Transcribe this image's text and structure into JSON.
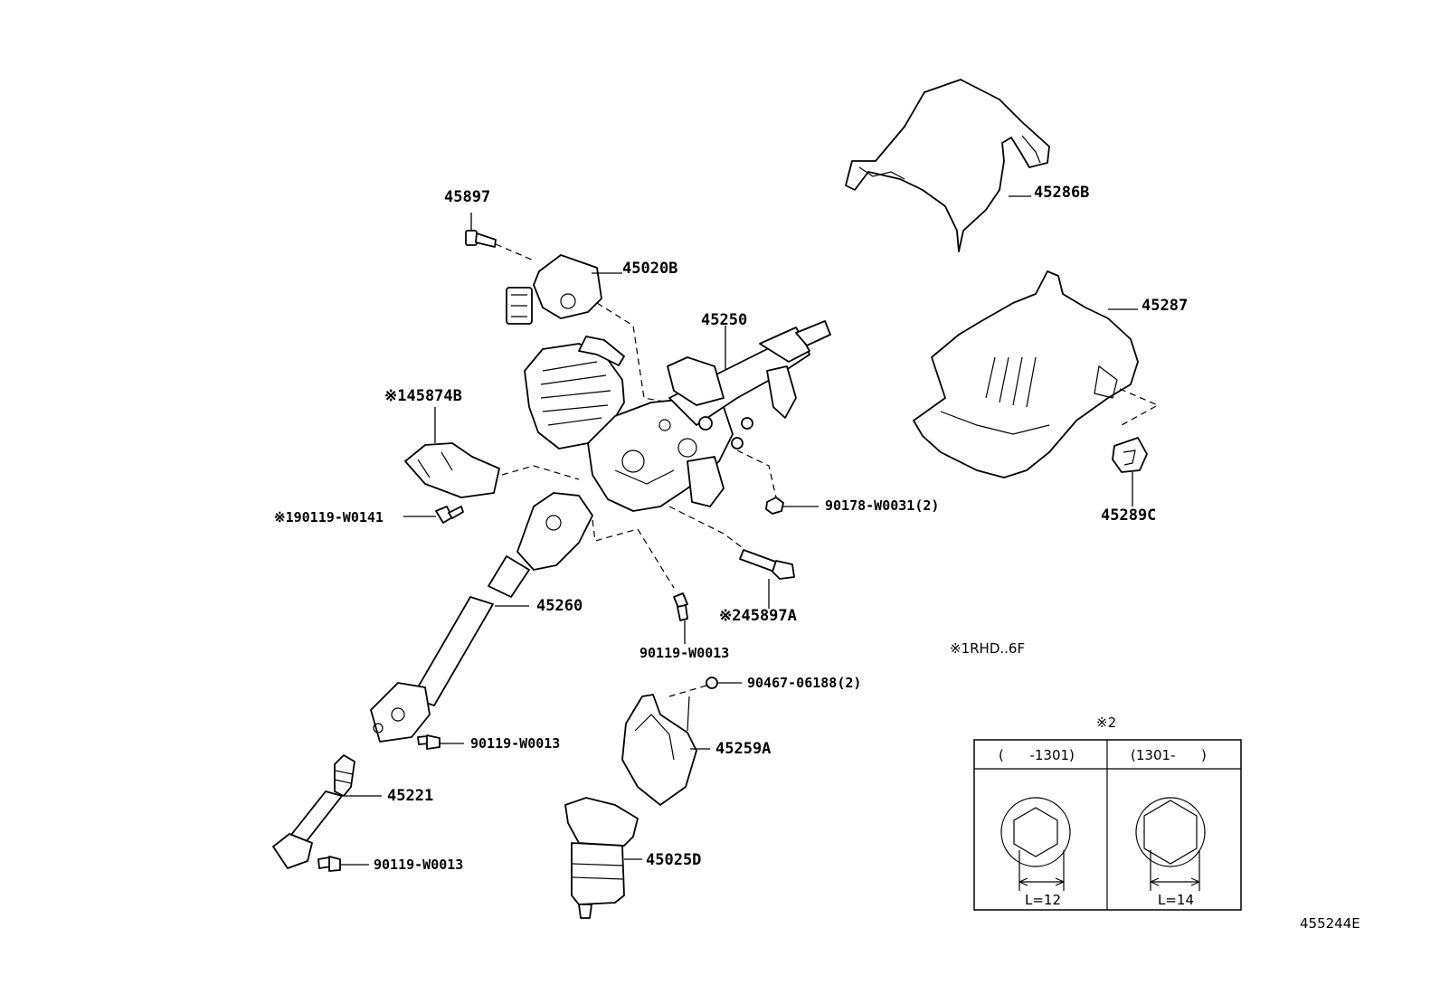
{
  "labels": {
    "p45897": "45897",
    "p45020B": "45020B",
    "p45250": "45250",
    "p45286B": "45286B",
    "p45287": "45287",
    "p45289C": "45289C",
    "p45874B": "※145874B",
    "p90119_W0141": "※190119-W0141",
    "p90178": "90178-W0031(2)",
    "p45897A": "※245897A",
    "p45260": "45260",
    "p90119_W0013_a": "90119-W0013",
    "p90467": "90467-06188(2)",
    "p45259A": "45259A",
    "p90119_W0013_b": "90119-W0013",
    "p45221": "45221",
    "p45025D": "45025D",
    "p90119_W0013_c": "90119-W0013"
  },
  "note1": "※1RHD..6F",
  "inset": {
    "title": "※2",
    "col1_header": "(      -1301)",
    "col2_header": "(1301-      )",
    "col1_dim": "L=12",
    "col2_dim": "L=14"
  },
  "figure_id": "455244E"
}
